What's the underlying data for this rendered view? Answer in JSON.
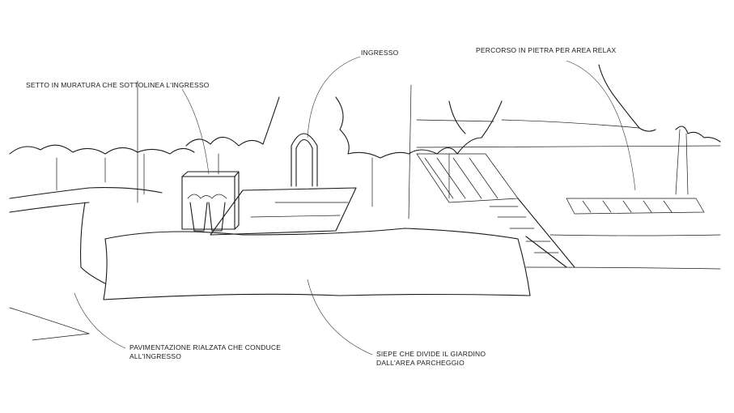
{
  "labels": {
    "setto": "SETTO IN MURATURA CHE SOTTOLINEA L'INGRESSO",
    "ingresso": "INGRESSO",
    "percorso": "PERCORSO IN PIETRA PER AREA RELAX",
    "pavimentazione_1": "PAVIMENTAZIONE RIALZATA CHE CONDUCE",
    "pavimentazione_2": "ALL'INGRESSO",
    "siepe_1": "SIEPE CHE DIVIDE IL GIARDINO",
    "siepe_2": "DALL'AREA PARCHEGGIO"
  }
}
